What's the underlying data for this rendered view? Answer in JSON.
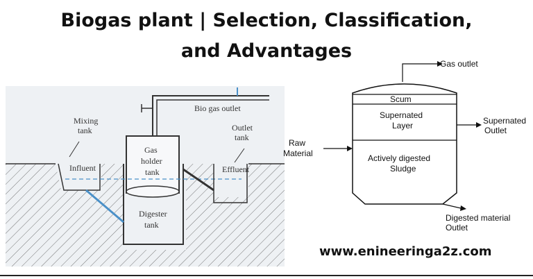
{
  "title": {
    "line1": "Biogas plant | Selection, Classification,",
    "line2": "and Advantages"
  },
  "left_diagram": {
    "mixing_tank_1": "Mixing",
    "mixing_tank_2": "tank",
    "influent": "Influent",
    "gas_holder_1": "Gas",
    "gas_holder_2": "holder",
    "gas_holder_3": "tank",
    "bio_gas_outlet": "Bio gas outlet",
    "outlet_tank_1": "Outlet",
    "outlet_tank_2": "tank",
    "effluent": "Effluent",
    "digester_1": "Digester",
    "digester_2": "tank"
  },
  "right_diagram": {
    "gas_outlet": "Gas outlet",
    "scum": "Scum",
    "supernated_layer_1": "Supernated",
    "supernated_layer_2": "Layer",
    "supernated_outlet_1": "Supernated",
    "supernated_outlet_2": "Outlet",
    "raw_material_1": "Raw",
    "raw_material_2": "Material",
    "sludge_1": "Actively digested",
    "sludge_2": "Sludge",
    "digested_outlet_1": "Digested material",
    "digested_outlet_2": "Outlet"
  },
  "website": "www.enineeringa2z.com",
  "colors": {
    "water_line": "#4a90c8",
    "pipe_blue": "#4a90c8",
    "panel_bg": "#eef1f4"
  }
}
